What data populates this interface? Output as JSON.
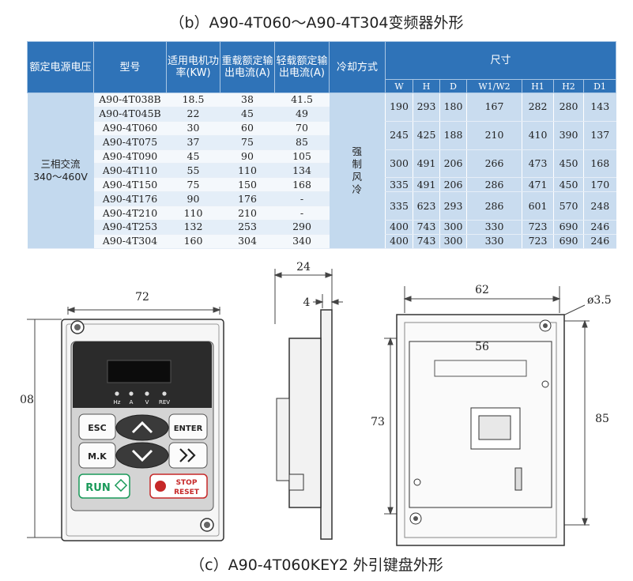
{
  "title_b": "（b）A90-4T060～A90-4T304变频器外形",
  "title_c": "（c）A90-4T060KEY2 外引键盘外形",
  "table": {
    "headers": {
      "voltage": "额定电源电压",
      "model": "型号",
      "power": "适用电机功率(KW)",
      "heavy": "重载额定输出电流(A)",
      "light": "轻载额定输出电流(A)",
      "cooling": "冷却方式",
      "size": "尺寸"
    },
    "dim_headers": [
      "W",
      "H",
      "D",
      "W1/W2",
      "H1",
      "H2",
      "D1"
    ],
    "voltage_cell": [
      "三相交流",
      "340～460V"
    ],
    "cooling_cell": [
      "强",
      "制",
      "风",
      "冷"
    ],
    "rows": [
      {
        "model": "A90-4T038B",
        "power": "18.5",
        "heavy": "38",
        "light": "41.5"
      },
      {
        "model": "A90-4T045B",
        "power": "22",
        "heavy": "45",
        "light": "49"
      },
      {
        "model": "A90-4T060",
        "power": "30",
        "heavy": "60",
        "light": "70"
      },
      {
        "model": "A90-4T075",
        "power": "37",
        "heavy": "75",
        "light": "85"
      },
      {
        "model": "A90-4T090",
        "power": "45",
        "heavy": "90",
        "light": "105"
      },
      {
        "model": "A90-4T110",
        "power": "55",
        "heavy": "110",
        "light": "134"
      },
      {
        "model": "A90-4T150",
        "power": "75",
        "heavy": "150",
        "light": "168"
      },
      {
        "model": "A90-4T176",
        "power": "90",
        "heavy": "176",
        "light": "-"
      },
      {
        "model": "A90-4T210",
        "power": "110",
        "heavy": "210",
        "light": "-"
      },
      {
        "model": "A90-4T253",
        "power": "132",
        "heavy": "253",
        "light": "290"
      },
      {
        "model": "A90-4T304",
        "power": "160",
        "heavy": "304",
        "light": "340"
      }
    ],
    "dim_groups": [
      {
        "rows": 2,
        "values": [
          "190",
          "293",
          "180",
          "167",
          "282",
          "280",
          "143"
        ]
      },
      {
        "rows": 2,
        "values": [
          "245",
          "425",
          "188",
          "210",
          "410",
          "390",
          "137"
        ]
      },
      {
        "rows": 2,
        "values": [
          "300",
          "491",
          "206",
          "266",
          "473",
          "450",
          "168"
        ]
      },
      {
        "rows": 1,
        "values": [
          "335",
          "491",
          "206",
          "286",
          "471",
          "450",
          "170"
        ]
      },
      {
        "rows": 2,
        "values": [
          "335",
          "623",
          "293",
          "286",
          "601",
          "570",
          "248"
        ]
      },
      {
        "rows": 1,
        "values": [
          "400",
          "743",
          "300",
          "330",
          "723",
          "690",
          "246"
        ]
      },
      {
        "rows": 1,
        "values": [
          "400",
          "743",
          "300",
          "330",
          "723",
          "690",
          "246"
        ]
      }
    ]
  },
  "keypad": {
    "width_dim": "72",
    "height_dim": "08",
    "leds": [
      "Hz",
      "A",
      "V",
      "REV"
    ],
    "buttons": {
      "esc": "ESC",
      "enter": "ENTER",
      "mk": "M.K",
      "run": "RUN",
      "stop": "STOP",
      "reset": "RESET"
    }
  },
  "side_view": {
    "depth_dim": "24",
    "flange_dim": "4"
  },
  "back_view": {
    "width_dim": "62",
    "inner_width_dim": "56",
    "hole_dim": "ø3.5",
    "height_dim": "85",
    "inner_height_dim": "73"
  }
}
